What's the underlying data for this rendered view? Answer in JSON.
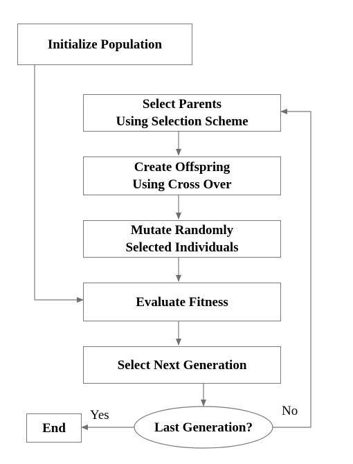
{
  "diagram": {
    "nodes": {
      "init": {
        "label": "Initialize Population"
      },
      "select_parents": {
        "line1": "Select Parents",
        "line2": "Using Selection Scheme"
      },
      "create_offspring": {
        "line1": "Create Offspring",
        "line2": "Using Cross Over"
      },
      "mutate": {
        "line1": "Mutate Randomly",
        "line2": "Selected Individuals"
      },
      "evaluate": {
        "label": "Evaluate Fitness"
      },
      "select_next": {
        "label": "Select Next Generation"
      },
      "decision": {
        "label": "Last Generation?"
      },
      "end": {
        "label": "End"
      }
    },
    "edges": [
      {
        "from": "init",
        "to": "evaluate"
      },
      {
        "from": "select_parents",
        "to": "create_offspring"
      },
      {
        "from": "create_offspring",
        "to": "mutate"
      },
      {
        "from": "mutate",
        "to": "evaluate"
      },
      {
        "from": "evaluate",
        "to": "select_next"
      },
      {
        "from": "select_next",
        "to": "decision"
      },
      {
        "from": "decision",
        "to": "end",
        "label": "Yes"
      },
      {
        "from": "decision",
        "to": "select_parents",
        "label": "No"
      }
    ],
    "colors": {
      "box_border": "#7a7a7a",
      "line": "#7a7a7a",
      "text": "#000000"
    }
  }
}
